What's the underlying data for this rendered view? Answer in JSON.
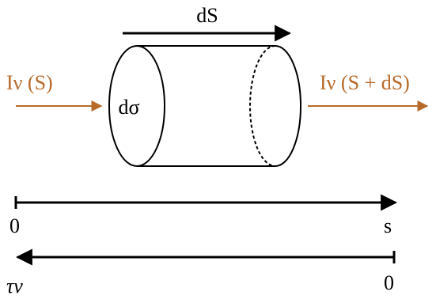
{
  "colors": {
    "ink": "#000000",
    "accent": "#b86a2a",
    "background": "#ffffff"
  },
  "labels": {
    "segment_length": "dS",
    "cross_section": "dσ",
    "intensity_in": "Iν (S)",
    "intensity_out": "Iν (S + dS)",
    "path_start": "0",
    "path_end": "s",
    "optical_depth": "τν",
    "optical_depth_end": "0"
  }
}
